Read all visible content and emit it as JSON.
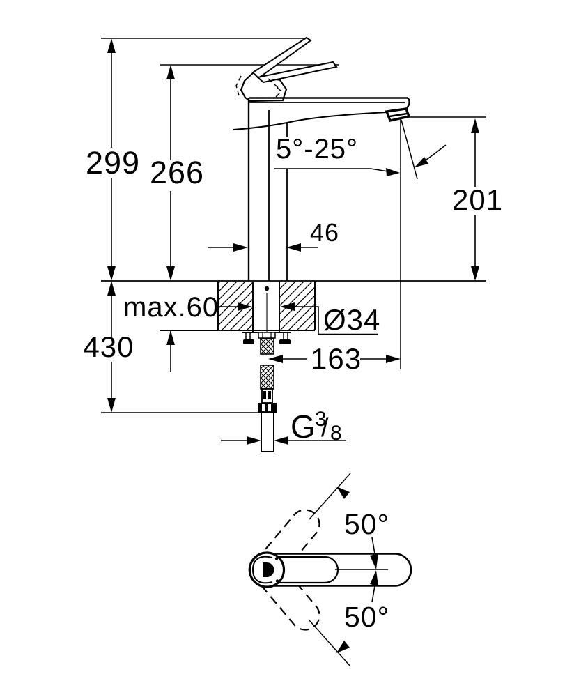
{
  "side_view": {
    "labels": {
      "overall_height": "299",
      "height_to_handle": "266",
      "spout_height": "201",
      "body_width": "46",
      "max_deck_thickness": "max.60",
      "depth_below_deck": "430",
      "hole_diameter": "Ø34",
      "spout_reach": "163",
      "spout_angle_range": "5°-25°",
      "thread": {
        "prefix": "G",
        "numerator": "3",
        "slash": "/",
        "denominator": "8"
      }
    }
  },
  "top_view": {
    "labels": {
      "swivel_angle_upper": "50°",
      "swivel_angle_lower": "50°"
    }
  },
  "colors": {
    "line": "#000000",
    "background": "#ffffff"
  }
}
